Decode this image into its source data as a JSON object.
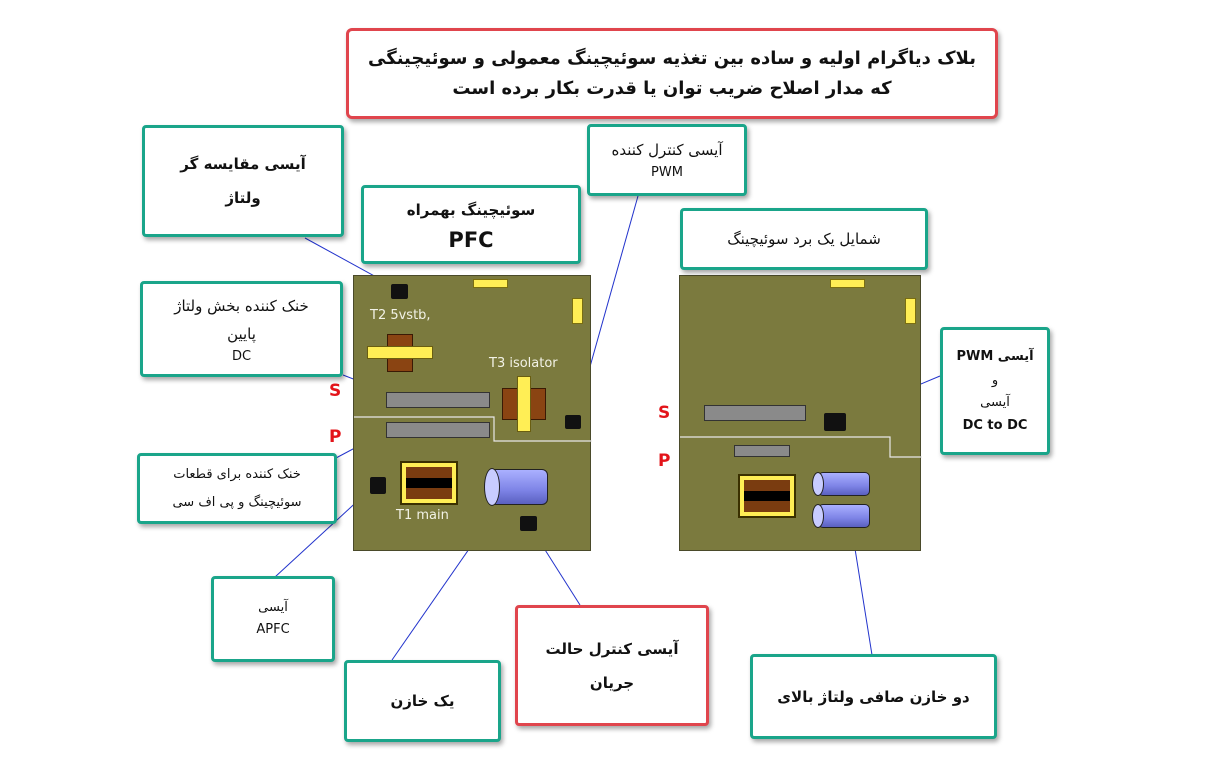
{
  "header": {
    "line1": "بلاک دیاگرام اولیه و ساده بین تغذیه سوئیچینگ معمولی و سوئیچینگی",
    "line2": "که مدار اصلاح ضریب توان یا قدرت بکار برده است"
  },
  "labels": {
    "comparator": [
      "آیسی مقایسه گر",
      "ولتاژ"
    ],
    "pfc_switching": [
      "سوئیچینگ بهمراه",
      "PFC"
    ],
    "pwm_control": [
      "آیسی کنترل کننده",
      "PWM"
    ],
    "switching_board": "شمایل یک برد سوئیچینگ",
    "low_dc_heatsink": [
      "خنک کننده بخش ولتاژ",
      "پایین",
      "DC"
    ],
    "switch_pfc_heatsink": [
      "خنک کننده برای قطعات",
      "سوئیچینگ و پی اف سی"
    ],
    "apfc": [
      "آیسی",
      "APFC"
    ],
    "one_capacitor": "یک خازن",
    "current_mode": [
      "آیسی کنترل حالت",
      "جریان"
    ],
    "pwm_dc": [
      "آیسی PWM",
      "و",
      "آیسی",
      "DC to DC"
    ],
    "two_capacitors": "دو خازن صافی ولتاژ بالای"
  },
  "board_left": {
    "t2": "T2 5vstb,",
    "t3": "T3 isolator",
    "t1": "T1 main",
    "s": "S",
    "p": "P"
  },
  "board_right": {
    "s": "S",
    "p": "P"
  },
  "colors": {
    "board": "#7b7a3e",
    "teal_border": "#1aa58a",
    "red_border": "#e0454d",
    "line": "#2233cc"
  }
}
